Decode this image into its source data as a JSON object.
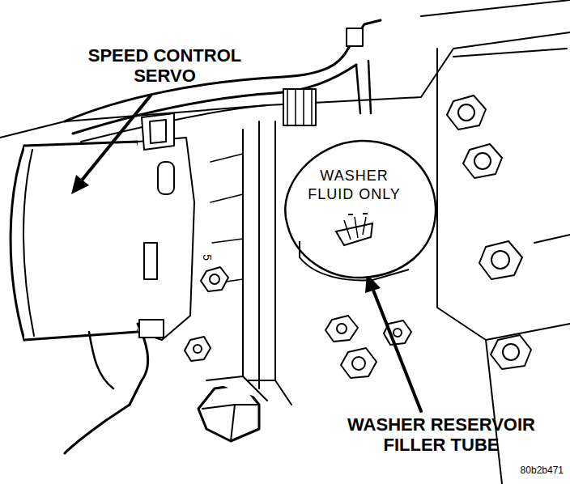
{
  "diagram": {
    "nodes": [
      {
        "text": [
          "WASHER FLUID ONLY"
        ]
      }
    ],
    "labels": [
      "SPEED CONTROL SERVO",
      "5",
      "WASHER RESERVOIR FILLER TUBE",
      "80b2b471"
    ]
  }
}
